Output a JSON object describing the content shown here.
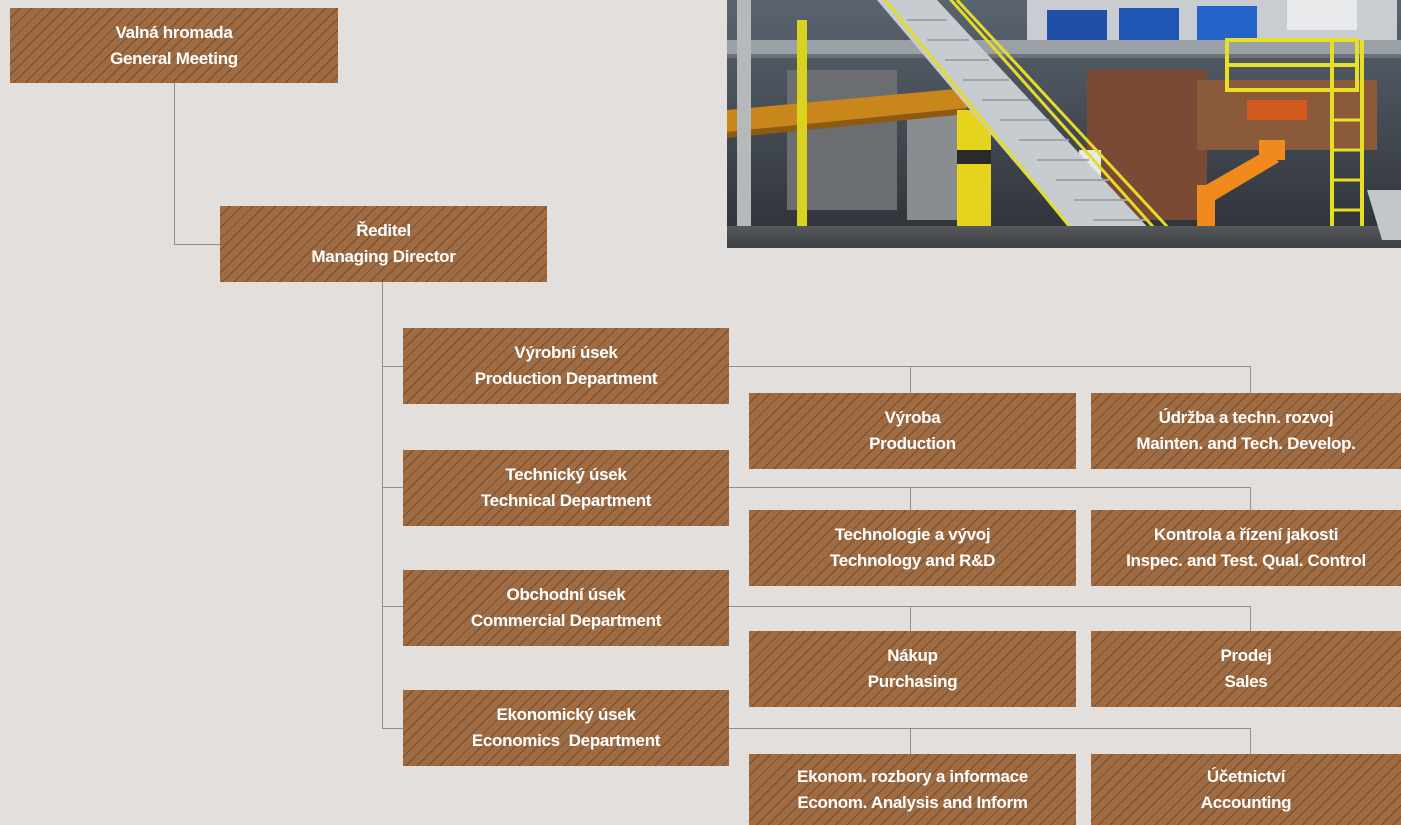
{
  "nodes": {
    "general_meeting": {
      "cz": "Valná hromada",
      "en": "General Meeting"
    },
    "managing_director": {
      "cz": "Ředitel",
      "en": "Managing Director"
    },
    "production_dept": {
      "cz": "Výrobní úsek",
      "en": "Production Department"
    },
    "technical_dept": {
      "cz": "Technický úsek",
      "en": "Technical Department"
    },
    "commercial_dept": {
      "cz": "Obchodní úsek",
      "en": "Commercial Department"
    },
    "economics_dept": {
      "cz": "Ekonomický úsek",
      "en": "Economics  Department"
    },
    "production": {
      "cz": "Výroba",
      "en": "Production"
    },
    "maintenance": {
      "cz": "Údržba a techn. rozvoj",
      "en": "Mainten. and Tech. Develop."
    },
    "technology": {
      "cz": "Technologie a vývoj",
      "en": "Technology and R&D"
    },
    "quality_control": {
      "cz": "Kontrola a řízení jakosti",
      "en": "Inspec. and Test. Qual. Control"
    },
    "purchasing": {
      "cz": "Nákup",
      "en": "Purchasing"
    },
    "sales": {
      "cz": "Prodej",
      "en": "Sales"
    },
    "analysis": {
      "cz": "Ekonom. rozbory a informace",
      "en": "Econom. Analysis and Inform"
    },
    "accounting": {
      "cz": "Účetnictví",
      "en": "Accounting"
    }
  },
  "colors": {
    "background": "#e3dfdd",
    "box": "#9e6b42",
    "hatch": "#46281299",
    "connector": "#8f8f8f",
    "text": "#ffffff"
  }
}
